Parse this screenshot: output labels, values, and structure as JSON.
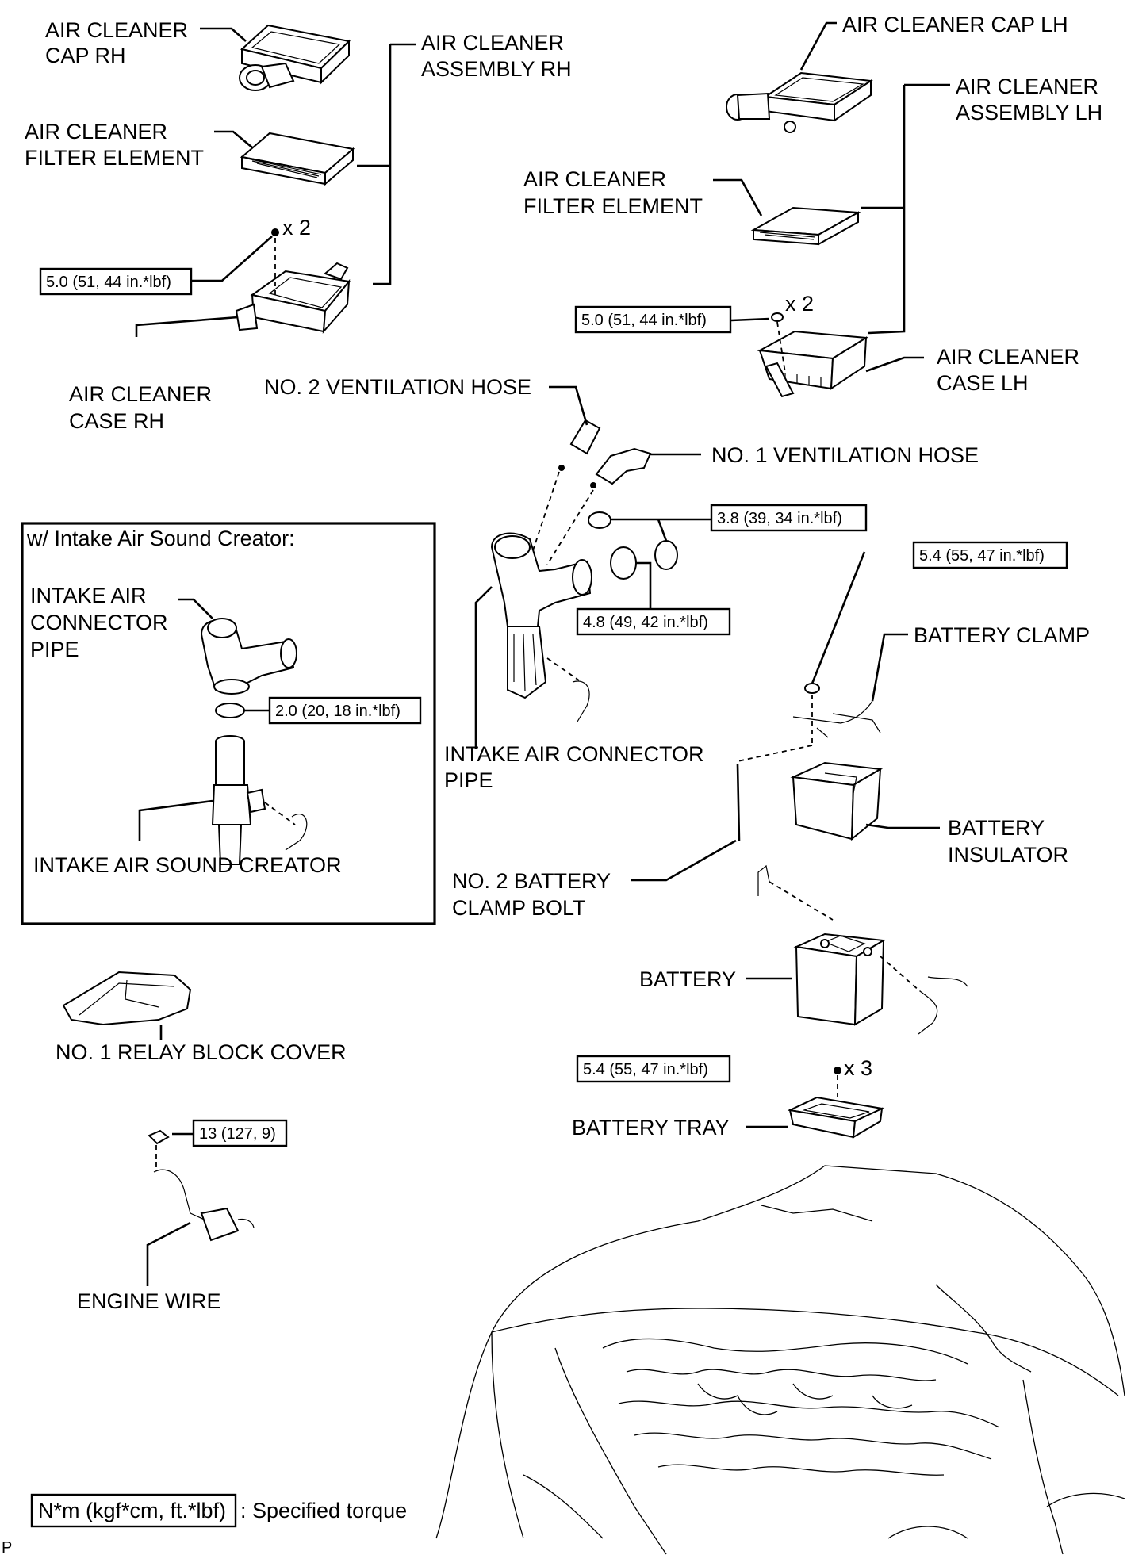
{
  "labels": {
    "cap_rh": [
      "AIR CLEANER",
      "CAP RH"
    ],
    "assy_rh": [
      "AIR CLEANER",
      "ASSEMBLY RH"
    ],
    "filter_rh": [
      "AIR CLEANER",
      "FILTER ELEMENT"
    ],
    "case_rh": [
      "AIR CLEANER",
      "CASE RH"
    ],
    "cap_lh": "AIR CLEANER CAP LH",
    "assy_lh": [
      "AIR CLEANER",
      "ASSEMBLY LH"
    ],
    "filter_lh": [
      "AIR CLEANER",
      "FILTER ELEMENT"
    ],
    "case_lh": [
      "AIR CLEANER",
      "CASE LH"
    ],
    "vent_hose_2": "NO. 2 VENTILATION HOSE",
    "vent_hose_1": "NO. 1 VENTILATION HOSE",
    "intake_pipe": [
      "INTAKE AIR CONNECTOR",
      "PIPE"
    ],
    "battery_clamp": "BATTERY CLAMP",
    "battery_insulator": [
      "BATTERY",
      "INSULATOR"
    ],
    "clamp_bolt": [
      "NO. 2 BATTERY",
      "CLAMP BOLT"
    ],
    "battery": "BATTERY",
    "battery_tray": "BATTERY TRAY",
    "relay_cover": "NO. 1 RELAY BLOCK COVER",
    "engine_wire": "ENGINE WIRE"
  },
  "inset": {
    "title": "w/ Intake Air Sound Creator:",
    "pipe": [
      "INTAKE AIR",
      "CONNECTOR",
      "PIPE"
    ],
    "creator": "INTAKE AIR SOUND CREATOR",
    "torque": "2.0 (20, 18 in.*lbf)"
  },
  "torques": {
    "case_rh": "5.0 (51, 44 in.*lbf)",
    "case_lh": "5.0 (51, 44 in.*lbf)",
    "clamp_small": "3.8 (39, 34 in.*lbf)",
    "clamp_large": "4.8 (49, 42 in.*lbf)",
    "battery_clamp": "5.4 (55, 47 in.*lbf)",
    "battery_tray": "5.4 (55, 47 in.*lbf)",
    "engine_wire": "13 (127, 9)"
  },
  "quantities": {
    "case_rh": "x 2",
    "case_lh": "x 2",
    "battery_tray": "x 3"
  },
  "legend": {
    "unit": "N*m (kgf*cm, ft.*lbf)",
    "text": ": Specified torque"
  },
  "corner_mark": "P"
}
